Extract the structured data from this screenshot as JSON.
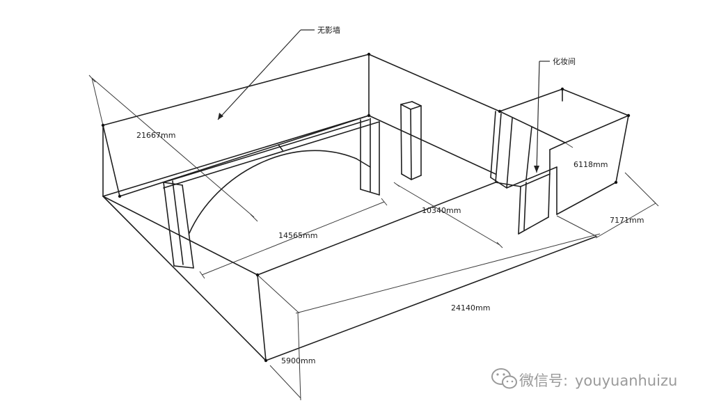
{
  "labels": {
    "seamless_wall": "无影墙",
    "dressing_room": "化妆间"
  },
  "dimensions": {
    "depth": "21667mm",
    "opening_width": "14565mm",
    "center_span": "10340mm",
    "dressing_depth": "6118mm",
    "dressing_width": "7171mm",
    "total_length": "24140mm",
    "height": "5900mm"
  },
  "watermark": {
    "prefix": "微信号:",
    "account": "youyuanhuizu"
  },
  "colors": {
    "line": "#1e1e1e",
    "watermark": "#9a9a9a"
  }
}
